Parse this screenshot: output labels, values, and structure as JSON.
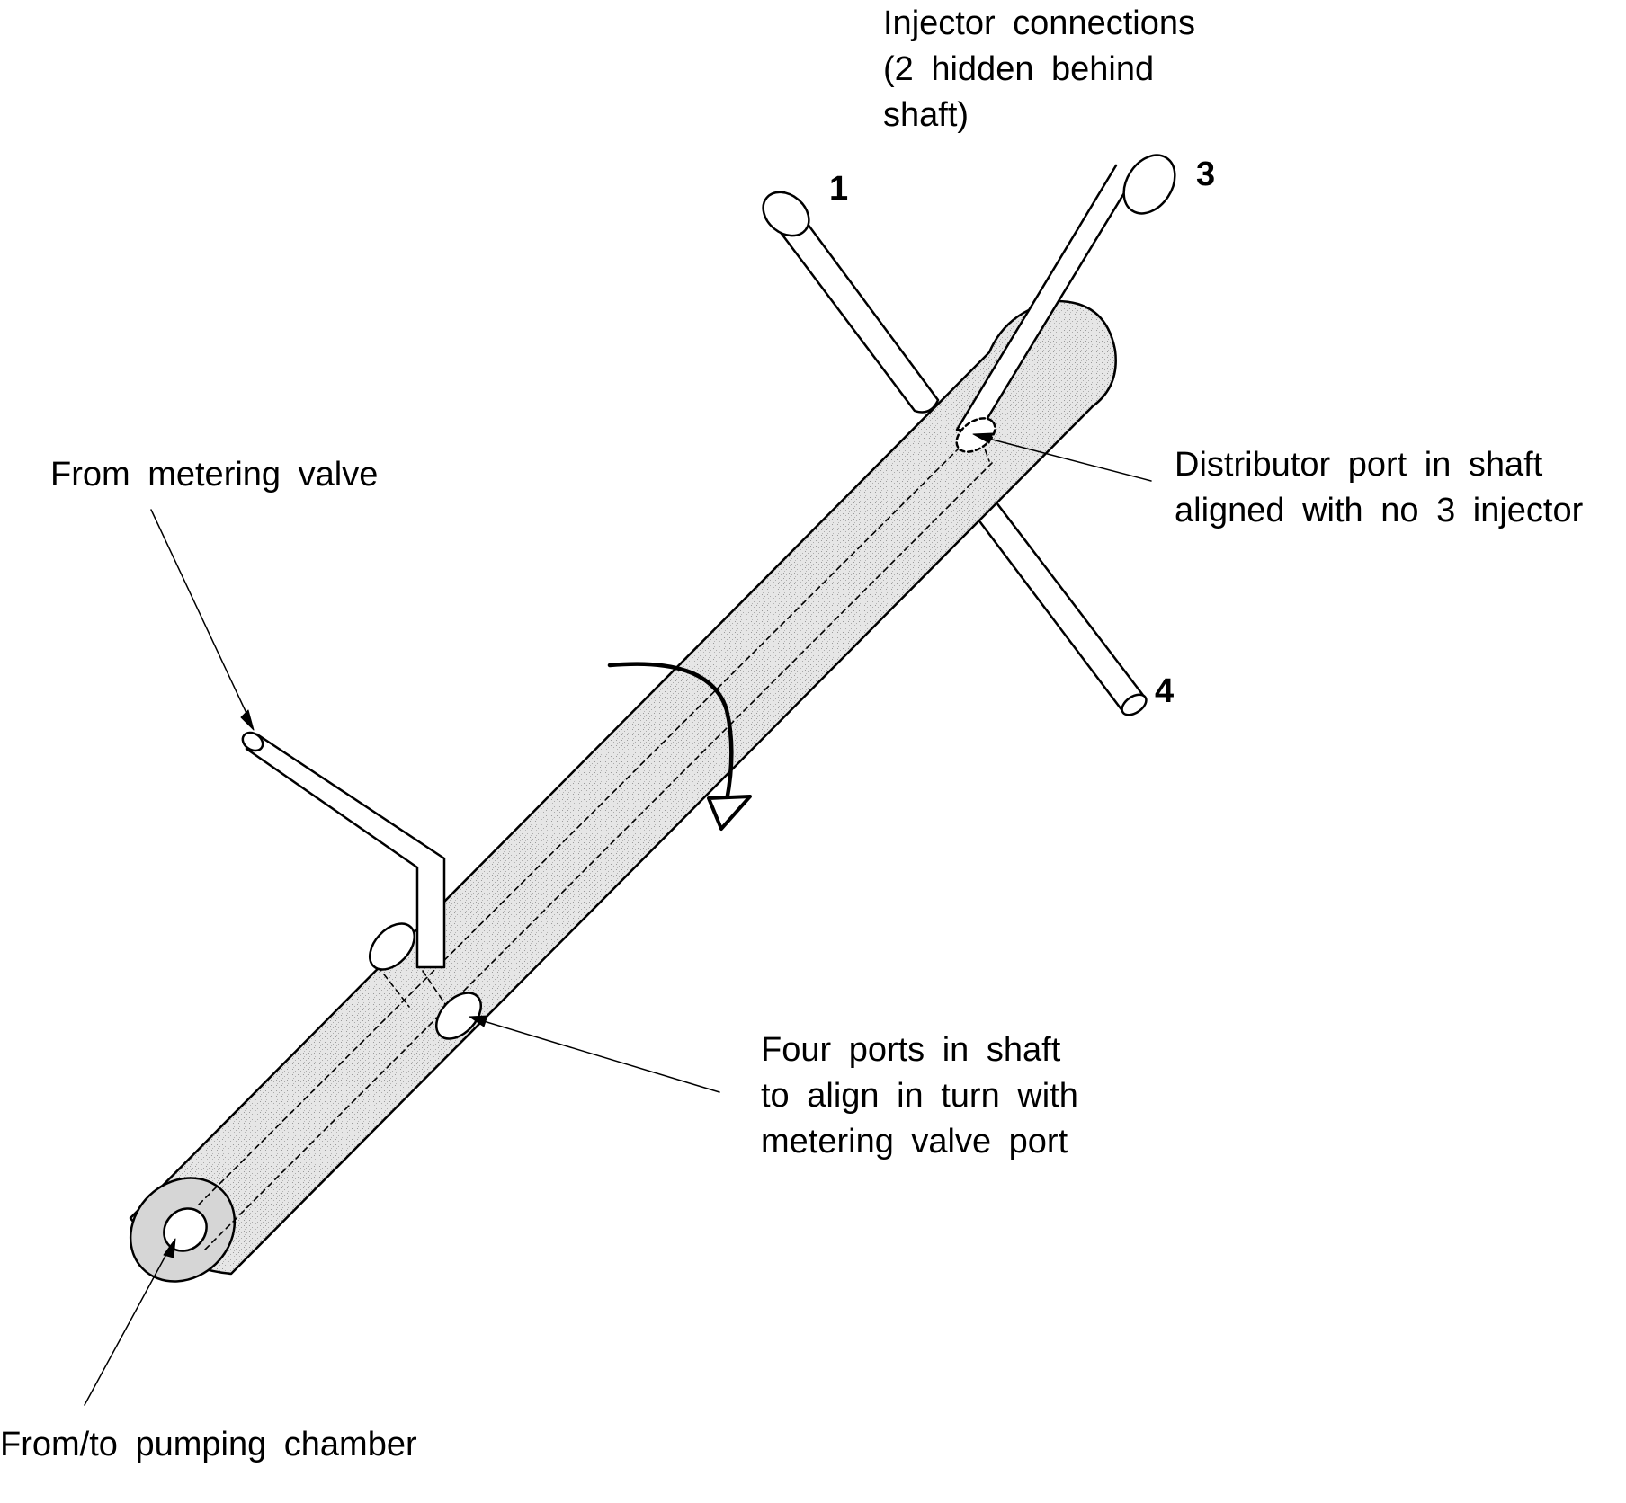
{
  "labels": {
    "injector_connections": [
      "Injector connections",
      "(2 hidden behind",
      "shaft)"
    ],
    "from_metering_valve": [
      "From metering valve"
    ],
    "distributor_port": [
      "Distributor port in shaft",
      "aligned with no 3 injector"
    ],
    "four_ports": [
      "Four ports in shaft",
      "to align in turn with",
      "metering valve port"
    ],
    "pumping_chamber": [
      "From/to pumping chamber"
    ]
  },
  "injector_numbers": {
    "one": "1",
    "three": "3",
    "four": "4"
  },
  "colors": {
    "line": "#000000",
    "shaft_fill": "#e4e4e4",
    "end_face": "#d6d6d6",
    "background": "#ffffff"
  }
}
